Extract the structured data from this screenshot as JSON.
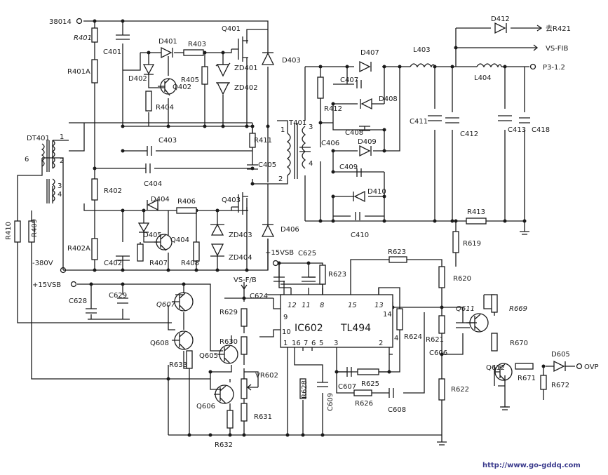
{
  "diagram": {
    "net_labels": {
      "input_38014": "38014",
      "minus_380v": "-380V",
      "plus15vsb_left": "+15VSB",
      "plus15vsb_top": "+15VSB",
      "vs_fb": "VS-F/B",
      "to_r421": "去R421",
      "vs_fib": "VS-FIB",
      "p3": "P3-1.2",
      "ovp": "OVP"
    },
    "transformers": {
      "dt401": "DT401",
      "t401": "T401"
    },
    "ic": {
      "ref": "IC602",
      "part": "TL494",
      "pins": [
        "12",
        "11",
        "8",
        "15",
        "13",
        "9",
        "14",
        "10",
        "1",
        "16",
        "7",
        "6",
        "5",
        "3",
        "4",
        "2"
      ]
    },
    "components": {
      "R401": "R401",
      "R401A": "R401A",
      "R402": "R402",
      "R402A": "R402A",
      "R403": "R403",
      "R404": "R404",
      "R405": "R405",
      "R406": "R406",
      "R407": "R407",
      "R408": "R408",
      "R409": "R409",
      "R410": "R410",
      "R411": "R411",
      "R412": "R412",
      "R413": "R413",
      "C401": "C401",
      "C402": "C402",
      "C403": "C403",
      "C404": "C404",
      "C405": "C405",
      "C406": "C406",
      "C407": "C407",
      "C408": "C408",
      "C409": "C409",
      "C410": "C410",
      "C411": "C411",
      "C412": "C412",
      "C413": "C413",
      "C418": "C418",
      "D401": "D401",
      "D402": "D402",
      "D403": "D403",
      "D404": "D404",
      "D405": "D405",
      "D406": "D406",
      "D407": "D407",
      "D408": "D408",
      "D409": "D409",
      "D410": "D410",
      "D412": "D412",
      "ZD401": "ZD401",
      "ZD402": "ZD402",
      "ZD403": "ZD403",
      "ZD404": "ZD404",
      "Q401": "Q401",
      "Q402": "Q402",
      "Q403": "Q403",
      "Q404": "Q404",
      "L403": "L403",
      "L404": "L404",
      "C625": "C625",
      "R623": "R623",
      "R623b": "R623",
      "C628": "C628",
      "C629": "C629",
      "Q607": "Q607",
      "Q608": "Q608",
      "R629": "R629",
      "C624": "C624",
      "R630": "R630",
      "Q605": "Q605",
      "R633": "R633",
      "VR602": "VR602",
      "Q606": "Q606",
      "R631": "R631",
      "R632": "R632",
      "R628": "R628",
      "C609": "C609",
      "C607": "C607",
      "R625": "R625",
      "R626": "R626",
      "C608": "C608",
      "R624": "R624",
      "R619": "R619",
      "R620": "R620",
      "R621": "R621",
      "R622": "R622",
      "C606": "C606",
      "Q611": "Q611",
      "R669": "R669",
      "R670": "R670",
      "Q612": "Q612",
      "R671": "R671",
      "R672": "R672",
      "D605": "D605"
    },
    "winding_numbers": {
      "dt_1": "1",
      "dt_2": "2",
      "dt_6": "6",
      "dt_3": "3",
      "dt_4": "4",
      "t_1": "1",
      "t_2": "2",
      "t_3": "3",
      "t_4": "4"
    },
    "watermark": "http://www.go-gddq.com"
  }
}
